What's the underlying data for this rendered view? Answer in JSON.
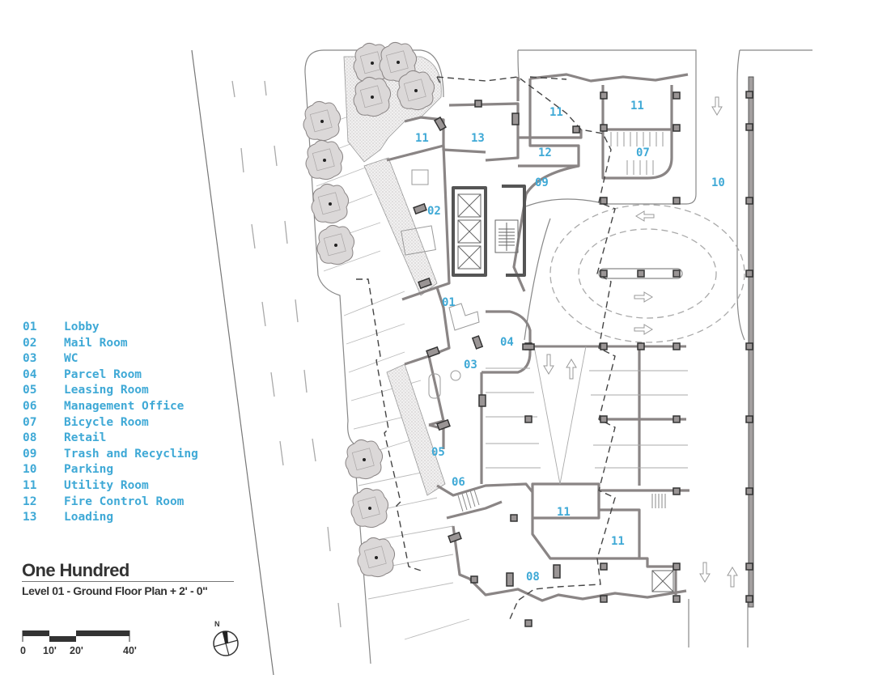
{
  "title": {
    "project": "One Hundred",
    "subtitle": "Level 01 - Ground Floor Plan + 2' - 0\""
  },
  "legend": [
    {
      "num": "01",
      "label": "Lobby"
    },
    {
      "num": "02",
      "label": "Mail Room"
    },
    {
      "num": "03",
      "label": "WC"
    },
    {
      "num": "04",
      "label": "Parcel Room"
    },
    {
      "num": "05",
      "label": "Leasing Room"
    },
    {
      "num": "06",
      "label": "Management Office"
    },
    {
      "num": "07",
      "label": "Bicycle Room"
    },
    {
      "num": "08",
      "label": "Retail"
    },
    {
      "num": "09",
      "label": "Trash and Recycling"
    },
    {
      "num": "10",
      "label": "Parking"
    },
    {
      "num": "11",
      "label": "Utility Room"
    },
    {
      "num": "12",
      "label": "Fire Control Room"
    },
    {
      "num": "13",
      "label": "Loading"
    }
  ],
  "rooms": {
    "r11a": "11",
    "r13": "13",
    "r11b": "11",
    "r11c": "11",
    "r12": "12",
    "r07": "07",
    "r09": "09",
    "r10": "10",
    "r02": "02",
    "r01": "01",
    "r04": "04",
    "r03": "03",
    "r05": "05",
    "r06": "06",
    "r11d": "11",
    "r11e": "11",
    "r08": "08"
  },
  "scale_bar": {
    "ticks": [
      "0",
      "10'",
      "20'",
      "40'"
    ]
  },
  "north_arrow": {
    "label": "N"
  },
  "colors": {
    "room_label": "#3fa9d6",
    "wall": "#8a8585",
    "wall_dark": "#555555",
    "tree_fill": "#d9d6d6",
    "title_text": "#333333"
  }
}
